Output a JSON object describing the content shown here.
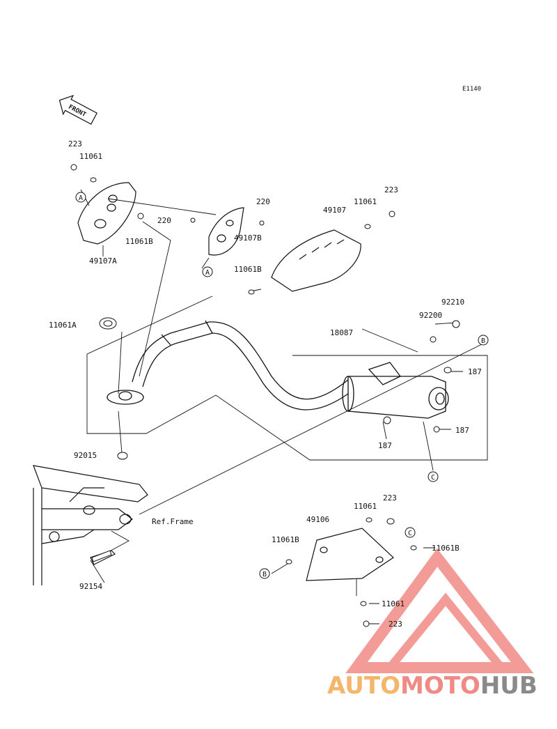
{
  "diagram": {
    "code": "E1140",
    "front_label": "FRONT",
    "ref_frame_label": "Ref.Frame",
    "callouts": {
      "a": "A",
      "b": "B",
      "c": "C"
    },
    "parts": {
      "p223_top": "223",
      "p11061_top": "11061",
      "p49107a": "49107A",
      "p11061b_left": "11061B",
      "p220_right": "220",
      "p220_left": "220",
      "p49107b": "49107B",
      "p223_right": "223",
      "p11061_right": "11061",
      "p49107": "49107",
      "p11061b_mid": "11061B",
      "p11061a": "11061A",
      "p92210": "92210",
      "p92200": "92200",
      "p18087": "18087",
      "p187_a": "187",
      "p187_b": "187",
      "p187_c": "187",
      "p92015": "92015",
      "p92154": "92154",
      "p223_low": "223",
      "p11061_low": "11061",
      "p49106": "49106",
      "p11061b_low_left": "11061B",
      "p11061b_low_right": "11061B",
      "p11061_bottom": "11061",
      "p223_bottom": "223"
    }
  },
  "watermark": {
    "part1": "AUTO",
    "part2": "MOTO",
    "part3": "HUB",
    "colors": {
      "auto": "#f3b66a",
      "moto": "#f08a84",
      "hub": "#8a8a8a",
      "triangle": "#f28b85"
    }
  }
}
